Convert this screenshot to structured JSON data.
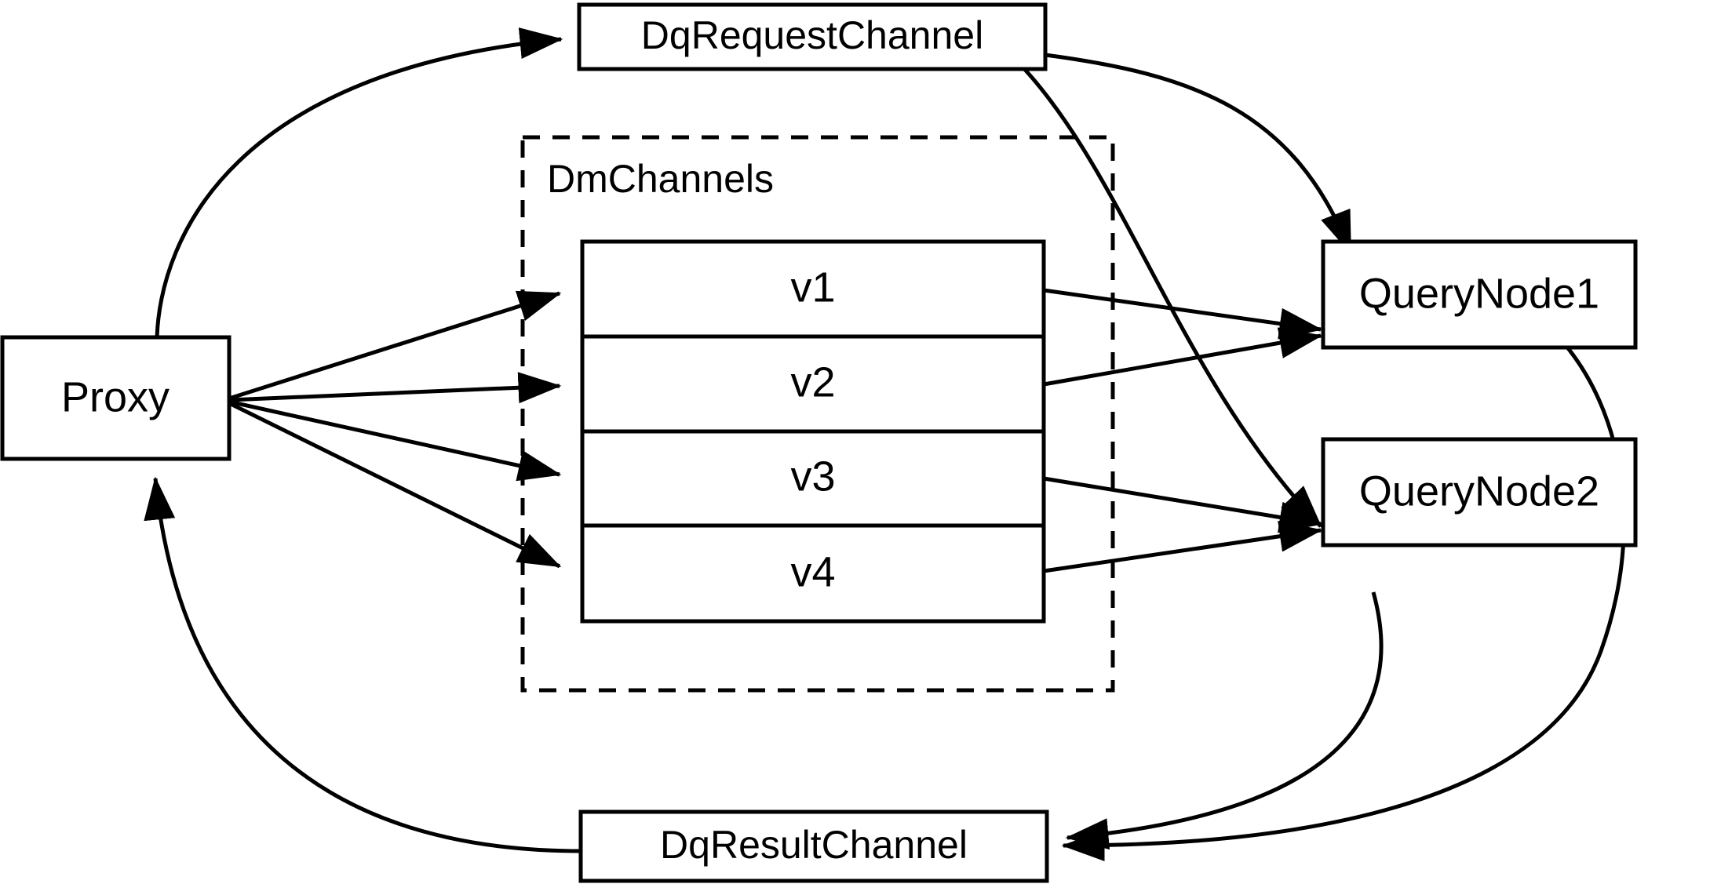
{
  "diagram": {
    "title": "Milvus distributed query channel flow",
    "background_color": "#ffffff",
    "stroke_color": "#000000",
    "nodes": {
      "proxy": {
        "label": "Proxy"
      },
      "dq_request_channel": {
        "label": "DqRequestChannel"
      },
      "dq_result_channel": {
        "label": "DqResultChannel"
      },
      "query_node_1": {
        "label": "QueryNode1"
      },
      "query_node_2": {
        "label": "QueryNode2"
      }
    },
    "group": {
      "label": "DmChannels",
      "style": "dashed"
    },
    "channels": [
      {
        "label": "v1"
      },
      {
        "label": "v2"
      },
      {
        "label": "v3"
      },
      {
        "label": "v4"
      }
    ],
    "edges": [
      {
        "from": "Proxy",
        "to": "DqRequestChannel",
        "style": "curved",
        "arrow": "end"
      },
      {
        "from": "Proxy",
        "to": "v1",
        "style": "straight",
        "arrow": "end"
      },
      {
        "from": "Proxy",
        "to": "v2",
        "style": "straight",
        "arrow": "end"
      },
      {
        "from": "Proxy",
        "to": "v3",
        "style": "straight",
        "arrow": "end"
      },
      {
        "from": "Proxy",
        "to": "v4",
        "style": "straight",
        "arrow": "end"
      },
      {
        "from": "DqRequestChannel",
        "to": "QueryNode1",
        "style": "curved",
        "arrow": "end"
      },
      {
        "from": "DqRequestChannel",
        "to": "QueryNode2",
        "style": "curved",
        "arrow": "end"
      },
      {
        "from": "v1",
        "to": "QueryNode1",
        "style": "straight",
        "arrow": "end"
      },
      {
        "from": "v2",
        "to": "QueryNode1",
        "style": "straight",
        "arrow": "end"
      },
      {
        "from": "v3",
        "to": "QueryNode2",
        "style": "straight",
        "arrow": "end"
      },
      {
        "from": "v4",
        "to": "QueryNode2",
        "style": "straight",
        "arrow": "end"
      },
      {
        "from": "QueryNode1",
        "to": "DqResultChannel",
        "style": "curved",
        "arrow": "end"
      },
      {
        "from": "QueryNode2",
        "to": "DqResultChannel",
        "style": "curved",
        "arrow": "end"
      },
      {
        "from": "DqResultChannel",
        "to": "Proxy",
        "style": "curved",
        "arrow": "end"
      }
    ]
  }
}
